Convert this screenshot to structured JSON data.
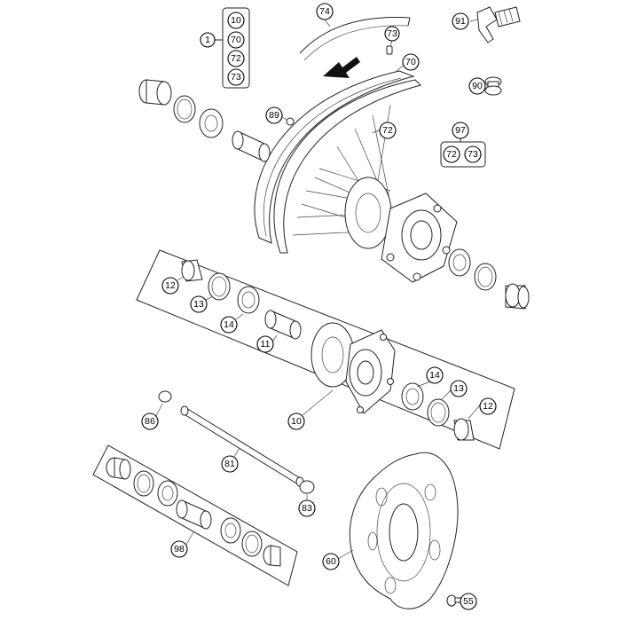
{
  "labels": {
    "l1": "1",
    "l10a": "10",
    "l70a": "70",
    "l72a": "72",
    "l73a": "73",
    "l74": "74",
    "l73b": "73",
    "l70b": "70",
    "l91": "91",
    "l90": "90",
    "l89": "89",
    "l72b": "72",
    "l97": "97",
    "l72c": "72",
    "l73c": "73",
    "l12a": "12",
    "l13a": "13",
    "l14a": "14",
    "l11": "11",
    "l14b": "14",
    "l13b": "13",
    "l12b": "12",
    "l10b": "10",
    "l86": "86",
    "l81": "81",
    "l83": "83",
    "l98": "98",
    "l60": "60",
    "l55": "55"
  }
}
